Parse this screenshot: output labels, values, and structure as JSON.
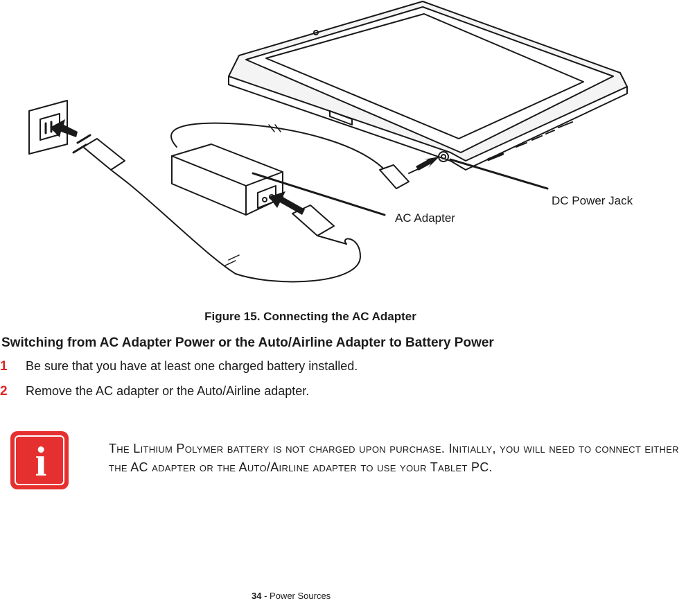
{
  "figure": {
    "labels": {
      "dc_power_jack": "DC Power Jack",
      "ac_adapter": "AC Adapter"
    },
    "caption": "Figure 15.  Connecting the AC Adapter"
  },
  "section": {
    "heading": "Switching from AC Adapter Power or the Auto/Airline Adapter to Battery Power",
    "steps": [
      {
        "number": "1",
        "text": "Be sure that you have at least one charged battery installed."
      },
      {
        "number": "2",
        "text": "Remove the AC adapter or the Auto/Airline adapter."
      }
    ]
  },
  "note": {
    "icon": "info-icon",
    "icon_glyph": "i",
    "text": "The Lithium Polymer battery is not charged upon purchase. Initially, you will need to connect either the AC adapter or the Auto/Airline adapter to use your Tablet PC."
  },
  "footer": {
    "page_number": "34",
    "separator": " - ",
    "section_name": "Power Sources"
  },
  "colors": {
    "accent_red": "#e02424",
    "icon_red": "#e5302f",
    "text": "#1a1a1a"
  }
}
